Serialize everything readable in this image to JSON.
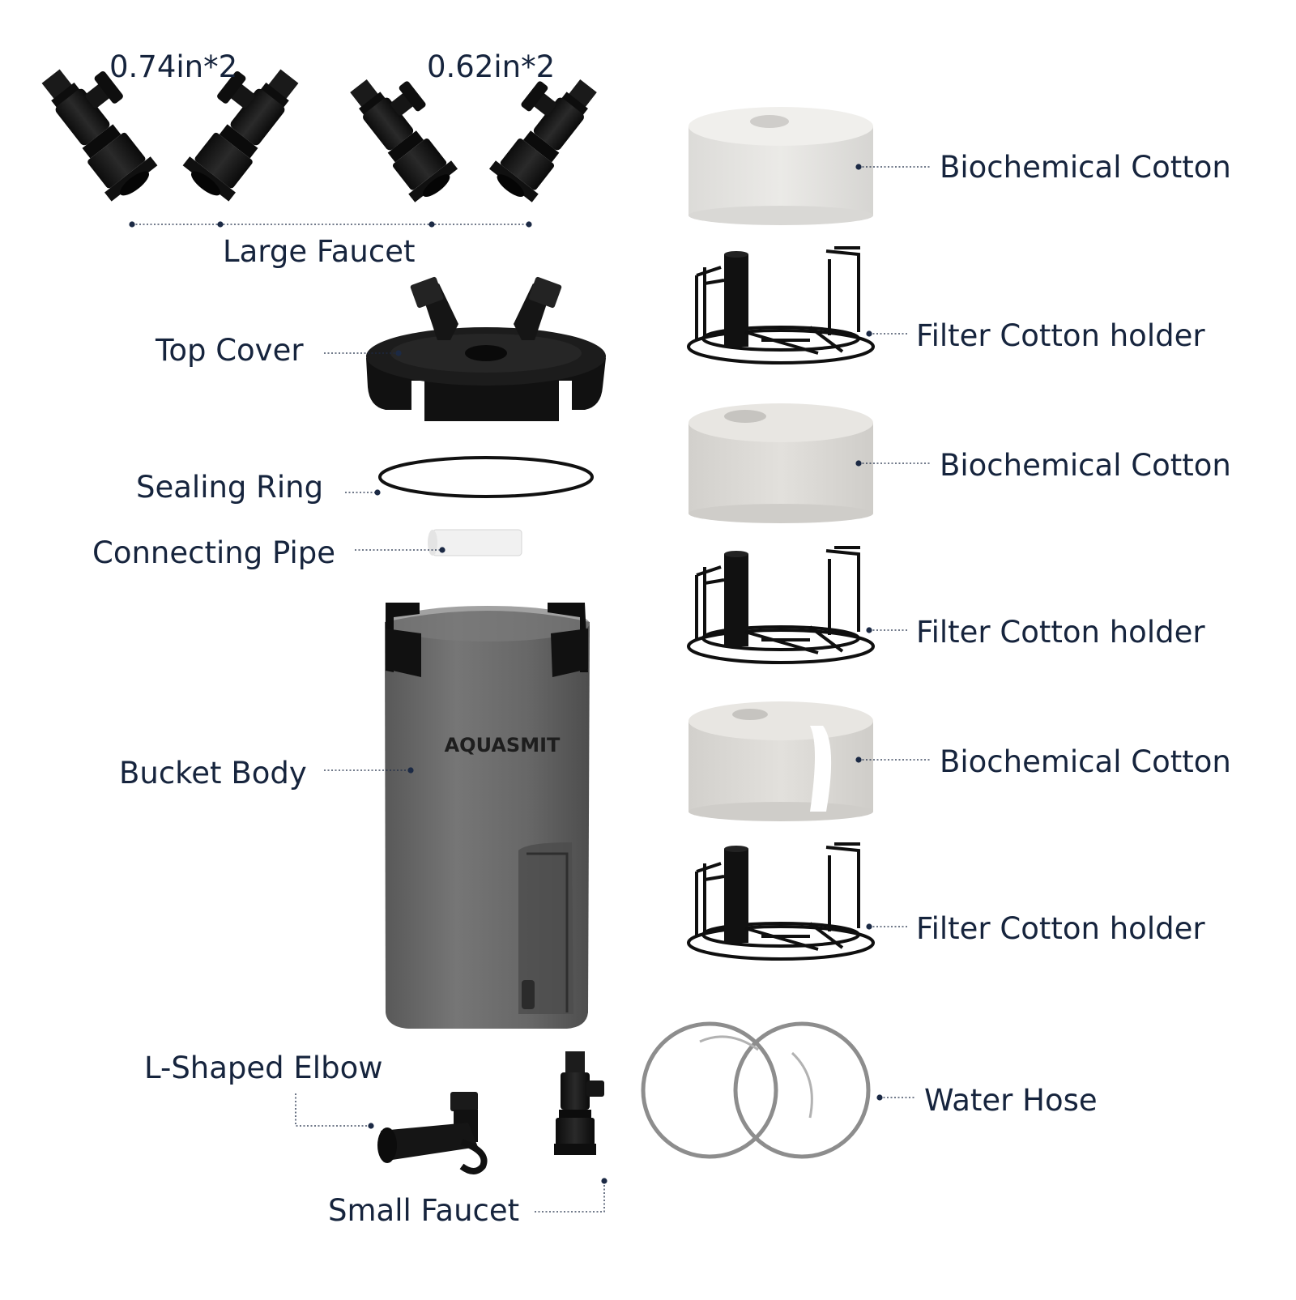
{
  "colors": {
    "label_text": "#16243d",
    "leader_line": "#1c2a45",
    "background": "#ffffff",
    "plastic_black": "#141414",
    "bucket_tint": "#5c5c5c",
    "sponge_gray": "#e2e1de",
    "hose_gray": "#8d8d8d"
  },
  "faucet_sizes": {
    "large_pair": "0.74in*2",
    "small_pair": "0.62in*2"
  },
  "labels": {
    "large_faucet": "Large Faucet",
    "top_cover": "Top Cover",
    "sealing_ring": "Sealing Ring",
    "connecting_pipe": "Connecting Pipe",
    "bucket_body": "Bucket Body",
    "l_shaped_elbow": "L-Shaped Elbow",
    "small_faucet": "Small Faucet",
    "biochemical_cotton_1": "Biochemical Cotton",
    "filter_cotton_holder_1": "Filter Cotton holder",
    "biochemical_cotton_2": "Biochemical Cotton",
    "filter_cotton_holder_2": "Filter Cotton holder",
    "biochemical_cotton_3": "Biochemical Cotton",
    "filter_cotton_holder_3": "Filter Cotton holder",
    "water_hose": "Water Hose"
  },
  "brand_mark": "AQUASMIT"
}
